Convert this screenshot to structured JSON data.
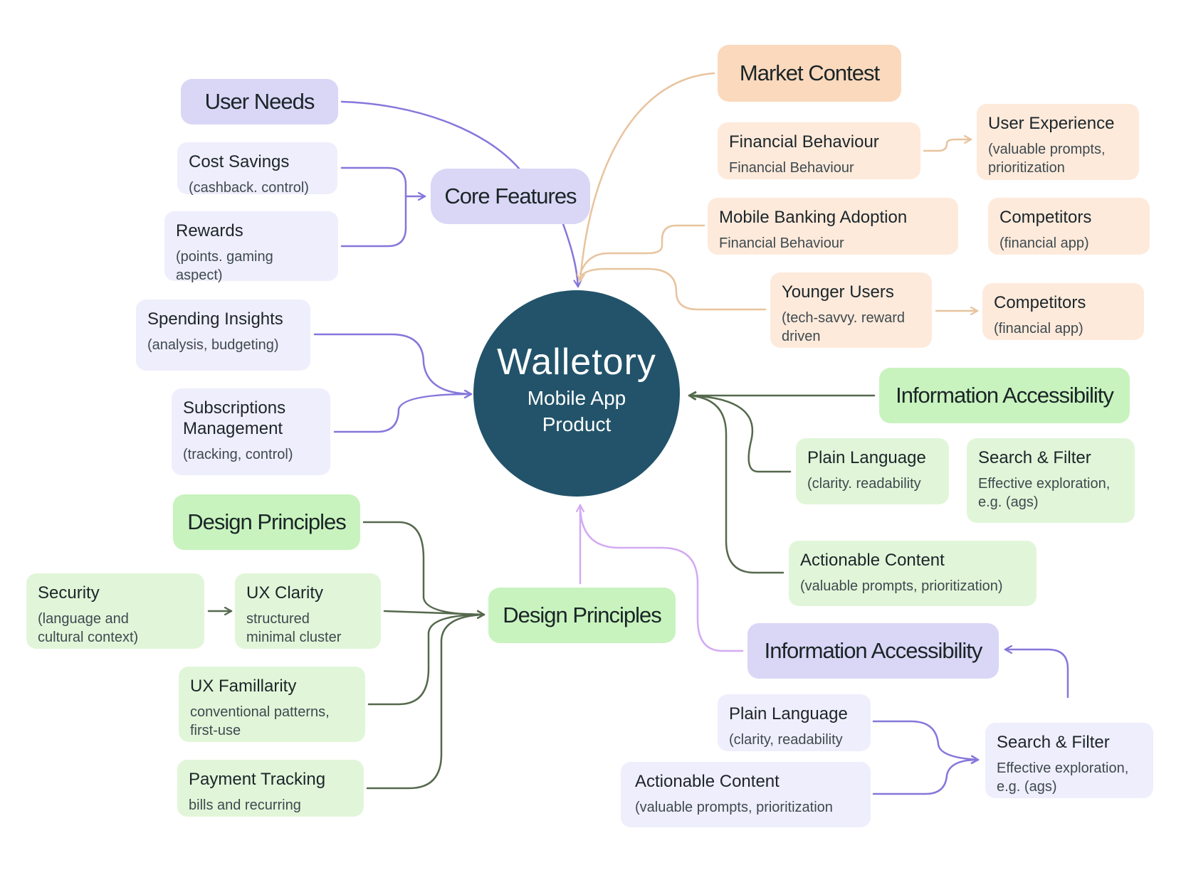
{
  "hub": {
    "title": "Walletory",
    "subtitle_line1": "Mobile App",
    "subtitle_line2": "Product"
  },
  "colors": {
    "hub": "#22536a",
    "purple_line": "#8577db",
    "lilac_line": "#d3aaf3",
    "orange_line": "#e8c39e",
    "green_line": "#55694d",
    "purple_box": "#efeefc",
    "purple_header": "#d9d6f6",
    "orange_box": "#feeadb",
    "orange_header": "#fbd9bd",
    "green_box": "#e1f6d9",
    "green_header": "#c8f3be"
  },
  "user_needs": {
    "header": "User Needs",
    "core_features": "Core Features",
    "cost_savings": {
      "title": "Cost Savings",
      "sub": "(cashback. control)"
    },
    "rewards": {
      "title": "Rewards",
      "sub": "(points. gaming aspect)"
    },
    "spending_insights": {
      "title": "Spending Insights",
      "sub": "(analysis, budgeting)"
    },
    "subscriptions": {
      "title": "Subscriptions Management",
      "sub": "(tracking, control)"
    }
  },
  "market": {
    "header": "Market Contest",
    "financial_behaviour": {
      "title": "Financial Behaviour",
      "sub": "Financial Behaviour"
    },
    "user_experience": {
      "title": "User Experience",
      "sub": "(valuable prompts, prioritization"
    },
    "mobile_banking": {
      "title": "Mobile Banking Adoption",
      "sub": "Financial Behaviour"
    },
    "competitors_1": {
      "title": "Competitors",
      "sub": "(financial app)"
    },
    "younger_users": {
      "title": "Younger Users",
      "sub": "(tech-savvy. reward driven"
    },
    "competitors_2": {
      "title": "Competitors",
      "sub": "(financial app)"
    }
  },
  "info_green": {
    "header": "Information Accessibility",
    "plain_language": {
      "title": "Plain Language",
      "sub": "(clarity. readability"
    },
    "search_filter": {
      "title": "Search & Filter",
      "sub": "Effective exploration, e.g. (ags)"
    },
    "actionable": {
      "title": "Actionable Content",
      "sub": "(valuable prompts, prioritization)"
    }
  },
  "design": {
    "header_top": "Design Principles",
    "header_main": "Design Principles",
    "security": {
      "title": "Security",
      "sub": "(language and cultural context)"
    },
    "ux_clarity": {
      "title": "UX Clarity",
      "sub": "structured minimal cluster"
    },
    "ux_familiarity": {
      "title": "UX Famillarity",
      "sub": "conventional patterns, first-use"
    },
    "payment_tracking": {
      "title": "Payment Tracking",
      "sub": "bills and recurring"
    }
  },
  "info_purple": {
    "header": "Information Accessibility",
    "plain_language": {
      "title": "Plain Language",
      "sub": "(clarity, readability"
    },
    "actionable": {
      "title": "Actionable Content",
      "sub": "(valuable prompts, prioritization"
    },
    "search_filter": {
      "title": "Search & Filter",
      "sub": "Effective exploration, e.g. (ags)"
    }
  }
}
